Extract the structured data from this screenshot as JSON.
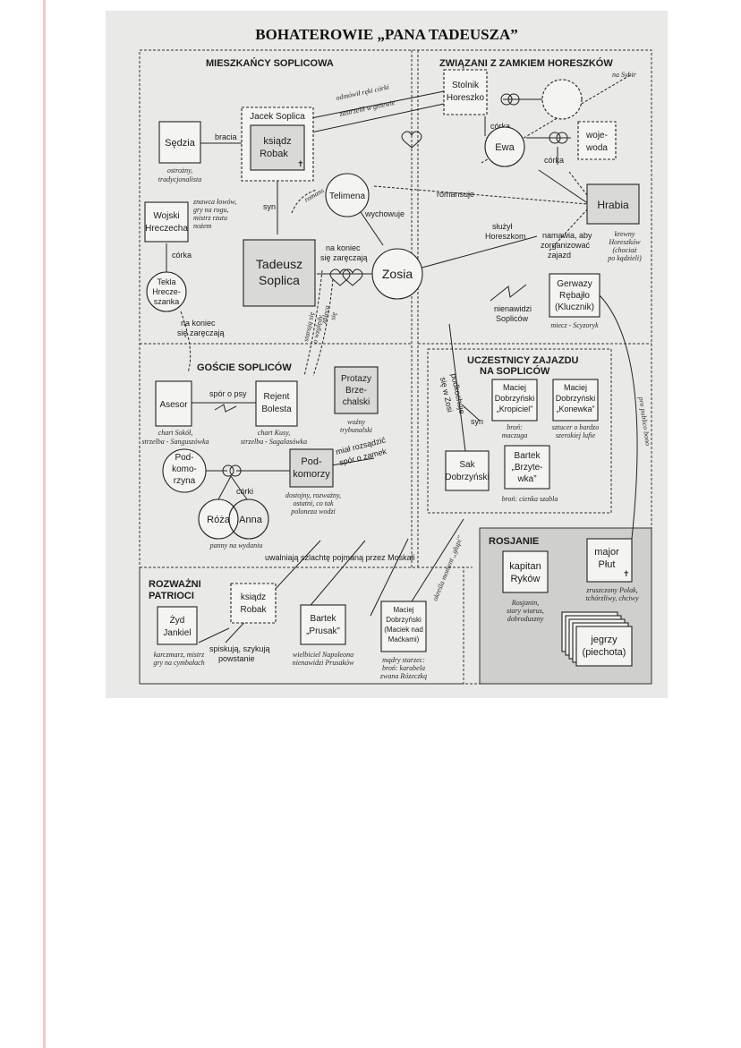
{
  "title": "BOHATEROWIE „PANA TADEUSZA”",
  "sections": {
    "soplicowo": "MIESZKAŃCY SOPLICOWA",
    "horeszko": "ZWIĄZANI Z ZAMKIEM HORESZKÓW",
    "goscie": "GOŚCIE SOPLICÓW",
    "zajazd_1": "UCZESTNICY ZAJAZDU",
    "zajazd_2": "NA SOPLICÓW",
    "rozwazni_1": "ROZWAŻNI",
    "rozwazni_2": "PATRIOCI",
    "rosjanie": "ROSJANIE"
  },
  "characters": {
    "sedzia": {
      "name": "Sędzia",
      "desc_1": "ostrożny,",
      "desc_2": "tradycjonalista"
    },
    "jacek": {
      "name": "Jacek Soplica"
    },
    "robak": {
      "name_1": "ksiądz",
      "name_2": "Robak"
    },
    "telimena": {
      "name": "Telimena"
    },
    "wojski": {
      "name_1": "Wojski",
      "name_2": "Hreczecha",
      "desc_1": "znawca łowów,",
      "desc_2": "gry na rogu,",
      "desc_3": "mistrz rzutu",
      "desc_4": "nożem"
    },
    "tadeusz": {
      "name_1": "Tadeusz",
      "name_2": "Soplica"
    },
    "zosia": {
      "name": "Zosia"
    },
    "tekla": {
      "name_1": "Tekla",
      "name_2": "Hrecze-",
      "name_3": "szanka"
    },
    "stolnik": {
      "name_1": "Stolnik",
      "name_2": "Horeszko"
    },
    "ewa": {
      "name": "Ewa"
    },
    "wojewoda": {
      "name_1": "woje-",
      "name_2": "woda"
    },
    "hrabia": {
      "name": "Hrabia",
      "desc_1": "krewny",
      "desc_2": "Horeszków",
      "desc_3": "(chociaż",
      "desc_4": "po kądzieli)"
    },
    "gerwazy": {
      "name_1": "Gerwazy",
      "name_2": "Rębajło",
      "name_3": "(Klucznik)",
      "desc": "miecz - Scyzoryk"
    },
    "asesor": {
      "name": "Asesor",
      "desc_1": "chart Sokół,",
      "desc_2": "strzelba - Sanguszówka"
    },
    "rejent": {
      "name_1": "Rejent",
      "name_2": "Bolesta",
      "desc_1": "chart Kusy,",
      "desc_2": "strzelba - Sagalasówka"
    },
    "protazy": {
      "name_1": "Protazy",
      "name_2": "Brze-",
      "name_3": "chalski",
      "desc_1": "woźny",
      "desc_2": "trybunalski"
    },
    "podkomorzyna": {
      "name_1": "Pod-",
      "name_2": "komo-",
      "name_3": "rzyna"
    },
    "podkomorzy": {
      "name_1": "Pod-",
      "name_2": "komorzy",
      "desc_1": "dostojny, rozważny,",
      "desc_2": "ostatni, co tak",
      "desc_3": "poloneza wodzi"
    },
    "roza": {
      "name": "Róża"
    },
    "anna": {
      "name": "Anna",
      "desc": "panny na wydaniu"
    },
    "maciej_kropiciel": {
      "name_1": "Maciej",
      "name_2": "Dobrzyński",
      "name_3": "„Kropiciel”",
      "desc_1": "broń:",
      "desc_2": "maczuga"
    },
    "maciej_konewka": {
      "name_1": "Maciej",
      "name_2": "Dobrzyński",
      "name_3": "„Konewka”",
      "desc_1": "sztucer o bardzo",
      "desc_2": "szerokiej lufie"
    },
    "sak": {
      "name_1": "Sak",
      "name_2": "Dobrzyński"
    },
    "bartek_brzytewka": {
      "name_1": "Bartek",
      "name_2": "„Brzyte-",
      "name_3": "wka”",
      "desc": "broń: cienka szabla"
    },
    "robak2": {
      "name_1": "ksiądz",
      "name_2": "Robak"
    },
    "jankiel": {
      "name_1": "Żyd",
      "name_2": "Jankiel",
      "desc_1": "karczmarz, mistrz",
      "desc_2": "gry na cymbałach"
    },
    "bartek_prusak": {
      "name_1": "Bartek",
      "name_2": "„Prusak”",
      "desc_1": "wielbiciel Napoleona",
      "desc_2": "nienawidzi Prusaków"
    },
    "maciek": {
      "name_1": "Maciej",
      "name_2": "Dobrzyński",
      "name_3": "(Maciek nad",
      "name_4": "Maćkami)",
      "desc_1": "mądry starzec:",
      "desc_2": "broń: karabela",
      "desc_3": "zwana Rózeczką"
    },
    "rykow": {
      "name_1": "kapitan",
      "name_2": "Ryków",
      "desc_1": "Rosjanin,",
      "desc_2": "stary wiarus,",
      "desc_3": "dobroduszny"
    },
    "plut": {
      "name_1": "major",
      "name_2": "Płut",
      "desc_1": "zruszczony Polak,",
      "desc_2": "tchórzliwy, chciwy"
    },
    "jegrzy": {
      "name_1": "jegrzy",
      "name_2": "(piechota)"
    }
  },
  "relations": {
    "odmowil": "odmówił ręki córki",
    "zastrzelil": "zastrzelił w gniewie",
    "bracia": "bracia",
    "na_sybir": "na Sybir",
    "corka1": "córka",
    "corka2": "córka",
    "syn1": "syn",
    "romans": "romans",
    "wychowuje": "wychowuje",
    "romansuje": "romansuje",
    "na_koniec_1": "na koniec",
    "na_koniec_2": "się zaręczają",
    "corka_wojski": "córka",
    "tekla_koniec_1": "na koniec",
    "tekla_koniec_2": "się zaręczają",
    "sluzyl_1": "służył",
    "sluzyl_2": "Horeszkom",
    "namawia_1": "namawia, aby",
    "namawia_2": "zorganizować",
    "namawia_3": "zajazd",
    "nienawidzi_1": "nienawidzi",
    "nienawidzi_2": "Sopliców",
    "spor_psy": "spór o psy",
    "mial_1": "miał rozsądzić",
    "mial_2": "spór o zamek",
    "corki": "córki",
    "staraja_1": "starają się",
    "staraja_2": "o względy",
    "zaleca_1": "zaleca",
    "zaleca_2": "się",
    "podkochuje_1": "podkochuje",
    "podkochuje_2": "się w Zosi",
    "syn2": "syn",
    "pro_publico": "pro publico bono",
    "uwalniaja": "uwalniają szlachtę pojmaną przez Moskali",
    "spiskuja_1": "spiskują, szykują",
    "spiskuja_2": "powstanie",
    "okresla": "określa moment „głupi”"
  }
}
